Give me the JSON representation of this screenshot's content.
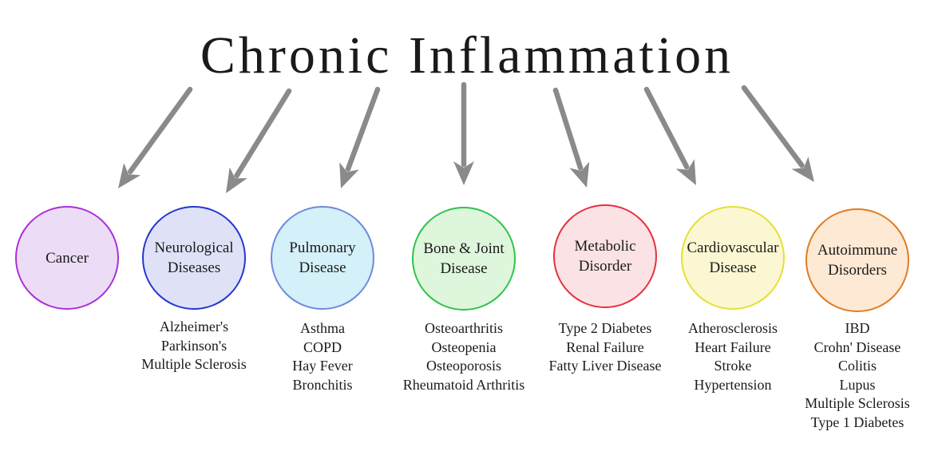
{
  "title": "Chronic Inflammation",
  "categories": [
    {
      "id": "cancer",
      "label": "Cancer",
      "fill": "#ecdcf5",
      "stroke": "#ab2fd9",
      "items": []
    },
    {
      "id": "neurological-diseases",
      "label": "Neurological\nDiseases",
      "fill": "#dfe2f6",
      "stroke": "#2536cf",
      "items": [
        "Alzheimer's",
        "Parkinson's",
        "Multiple Sclerosis"
      ]
    },
    {
      "id": "pulmonary-disease",
      "label": "Pulmonary\nDisease",
      "fill": "#d4f0f8",
      "stroke": "#6f89dd",
      "items": [
        "Asthma",
        "COPD",
        "Hay Fever",
        "Bronchitis"
      ]
    },
    {
      "id": "bone-joint-disease",
      "label": "Bone & Joint\nDisease",
      "fill": "#def6dc",
      "stroke": "#2ec44a",
      "items": [
        "Osteoarthritis",
        "Osteopenia",
        "Osteoporosis",
        "Rheumatoid Arthritis"
      ]
    },
    {
      "id": "metabolic-disorder",
      "label": "Metabolic\nDisorder",
      "fill": "#fbe2e4",
      "stroke": "#e6303f",
      "items": [
        "Type 2 Diabetes",
        "Renal Failure",
        "Fatty Liver Disease"
      ]
    },
    {
      "id": "cardiovascular-disease",
      "label": "Cardiovascular\nDisease",
      "fill": "#fbf7d2",
      "stroke": "#e4e032",
      "items": [
        "Atherosclerosis",
        "Heart Failure",
        "Stroke",
        "Hypertension"
      ]
    },
    {
      "id": "autoimmune-disorders",
      "label": "Autoimmune\nDisorders",
      "fill": "#fde9d4",
      "stroke": "#e07b21",
      "items": [
        "IBD",
        "Crohn' Disease",
        "Colitis",
        "Lupus",
        "Multiple Sclerosis",
        "Type 1 Diabetes"
      ]
    }
  ],
  "arrow_color": "#8a8a8a"
}
